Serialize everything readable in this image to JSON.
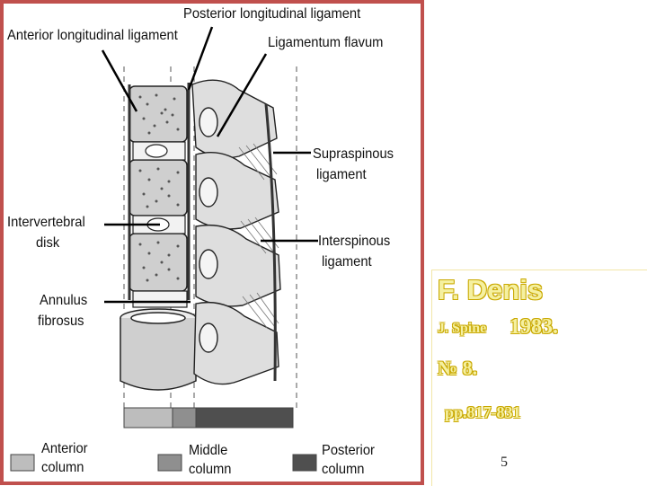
{
  "figure": {
    "labels": {
      "posterior_longitudinal_ligament": "Posterior longitudinal ligament",
      "anterior_longitudinal_ligament": "Anterior longitudinal ligament",
      "ligamentum_flavum": "Ligamentum flavum",
      "supraspinous_1": "Supraspinous",
      "supraspinous_2": "ligament",
      "intervertebral_1": "Intervertebral",
      "intervertebral_2": "disk",
      "interspinous_1": "Interspinous",
      "interspinous_2": "ligament",
      "annulus_1": "Annulus",
      "annulus_2": "fibrosus"
    },
    "legend": [
      {
        "line1": "Anterior",
        "line2": "column",
        "color": "#bdbdbd"
      },
      {
        "line1": "Middle",
        "line2": "column",
        "color": "#8f8f8f"
      },
      {
        "line1": "Posterior",
        "line2": "column",
        "color": "#4f4f4f"
      }
    ],
    "frame_color": "#c0504d"
  },
  "reference": {
    "author": "F. Denis",
    "journal_prefix": "J. Spine",
    "year": "1983.",
    "issue": "№ 8.",
    "pages": "pp.817-831"
  },
  "page_number": "5"
}
